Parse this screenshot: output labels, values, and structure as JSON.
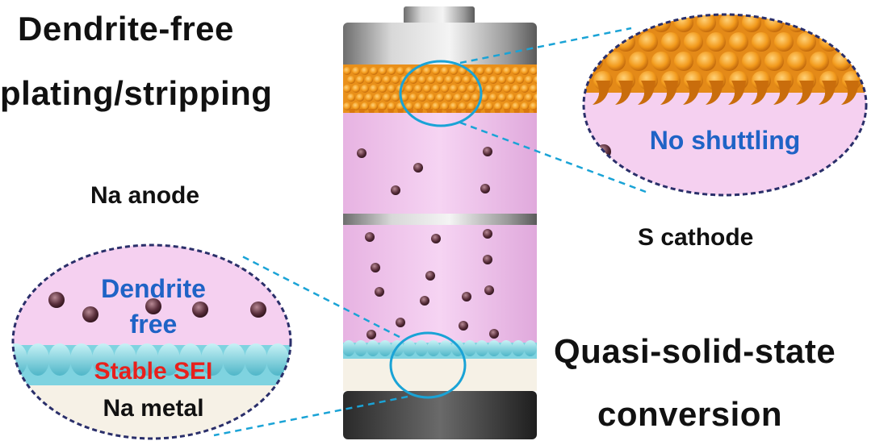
{
  "labels": {
    "top_left_line1": "Dendrite-free",
    "top_left_line2": "plating/stripping",
    "na_anode": "Na anode",
    "s_cathode": "S cathode",
    "bottom_right_line1": "Quasi-solid-state",
    "bottom_right_line2": "conversion"
  },
  "cathode_inset": {
    "label": "No shuttling"
  },
  "anode_inset": {
    "label_line1": "Dendrite",
    "label_line2": "free",
    "sei_label": "Stable SEI",
    "metal_label": "Na metal"
  },
  "colors": {
    "electrolyte": "#f3c9ef",
    "cathode_orange": "#f29a1c",
    "sei_cyan": "#7fd3e0",
    "callout": "#1aa3d6",
    "inset_blue_text": "#1f63c6",
    "sei_red_text": "#e8201c"
  }
}
